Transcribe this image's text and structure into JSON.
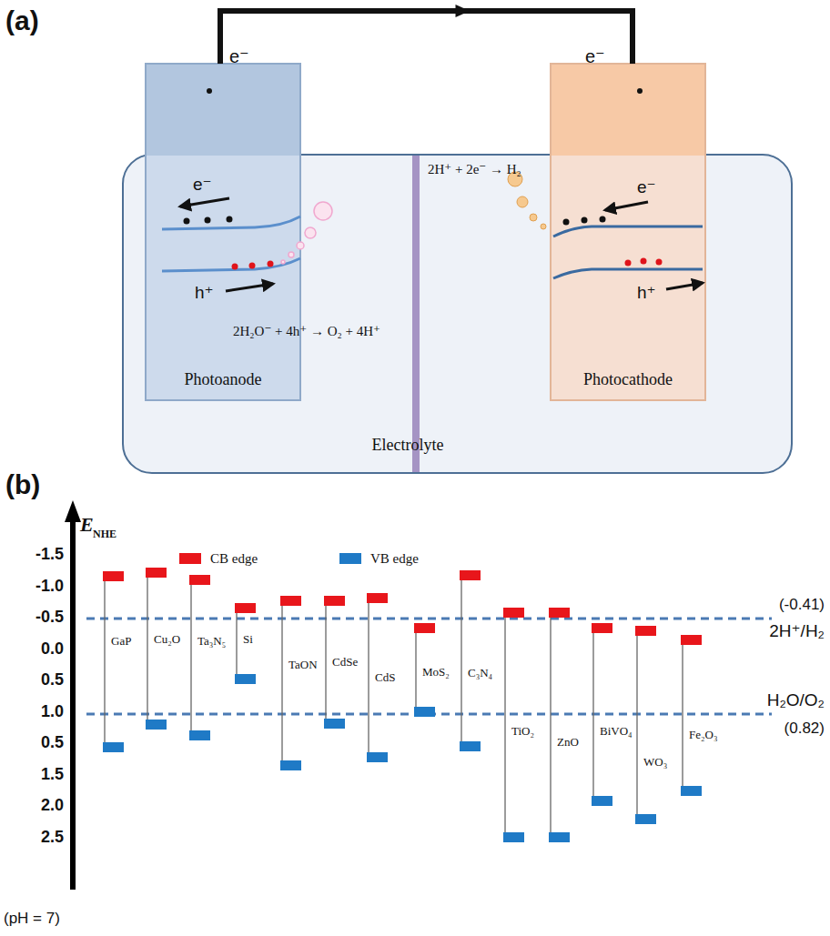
{
  "diagram": {
    "nodes": [
      {
        "text": [
          "Electrolyte"
        ]
      },
      {
        "text": [
          "Photoanode"
        ]
      },
      {
        "text": [
          "Photocathode"
        ]
      }
    ],
    "edges": [
      {
        "from": 1,
        "to": 2,
        "arrow": "to"
      }
    ],
    "labels": [
      "(a)",
      "e⁻",
      "e⁻",
      "e⁻",
      "h⁺",
      "2H₂O⁻ + 4h⁺ → O₂ + 4H⁺",
      "2H⁺ + 2e⁻ → H₂",
      "e⁻",
      "h⁺",
      "(b)",
      "E",
      "NHE",
      "-1.5",
      "-1.0",
      "-0.5",
      "0.0",
      "0.5",
      "1.0",
      "0.5",
      "1.5",
      "2.0",
      "2.5",
      "GaP",
      "Cu₂O",
      "Ta₃N₅",
      "Si",
      "TaON",
      "CdSe",
      "CdS",
      "MoS₂",
      "C₃N₄",
      "TiO₂",
      "ZnO",
      "BiVO₄",
      "WO₃",
      "Fe₂O₃",
      "(-0.41)",
      "2H⁺/H₂",
      "H₂O/O₂",
      "(0.82)",
      "(pH = 7)"
    ],
    "legend": [
      {
        "text": "CB edge",
        "color": "#e8161b"
      },
      {
        "text": "VB edge",
        "color": "#1f7ac6"
      }
    ]
  }
}
